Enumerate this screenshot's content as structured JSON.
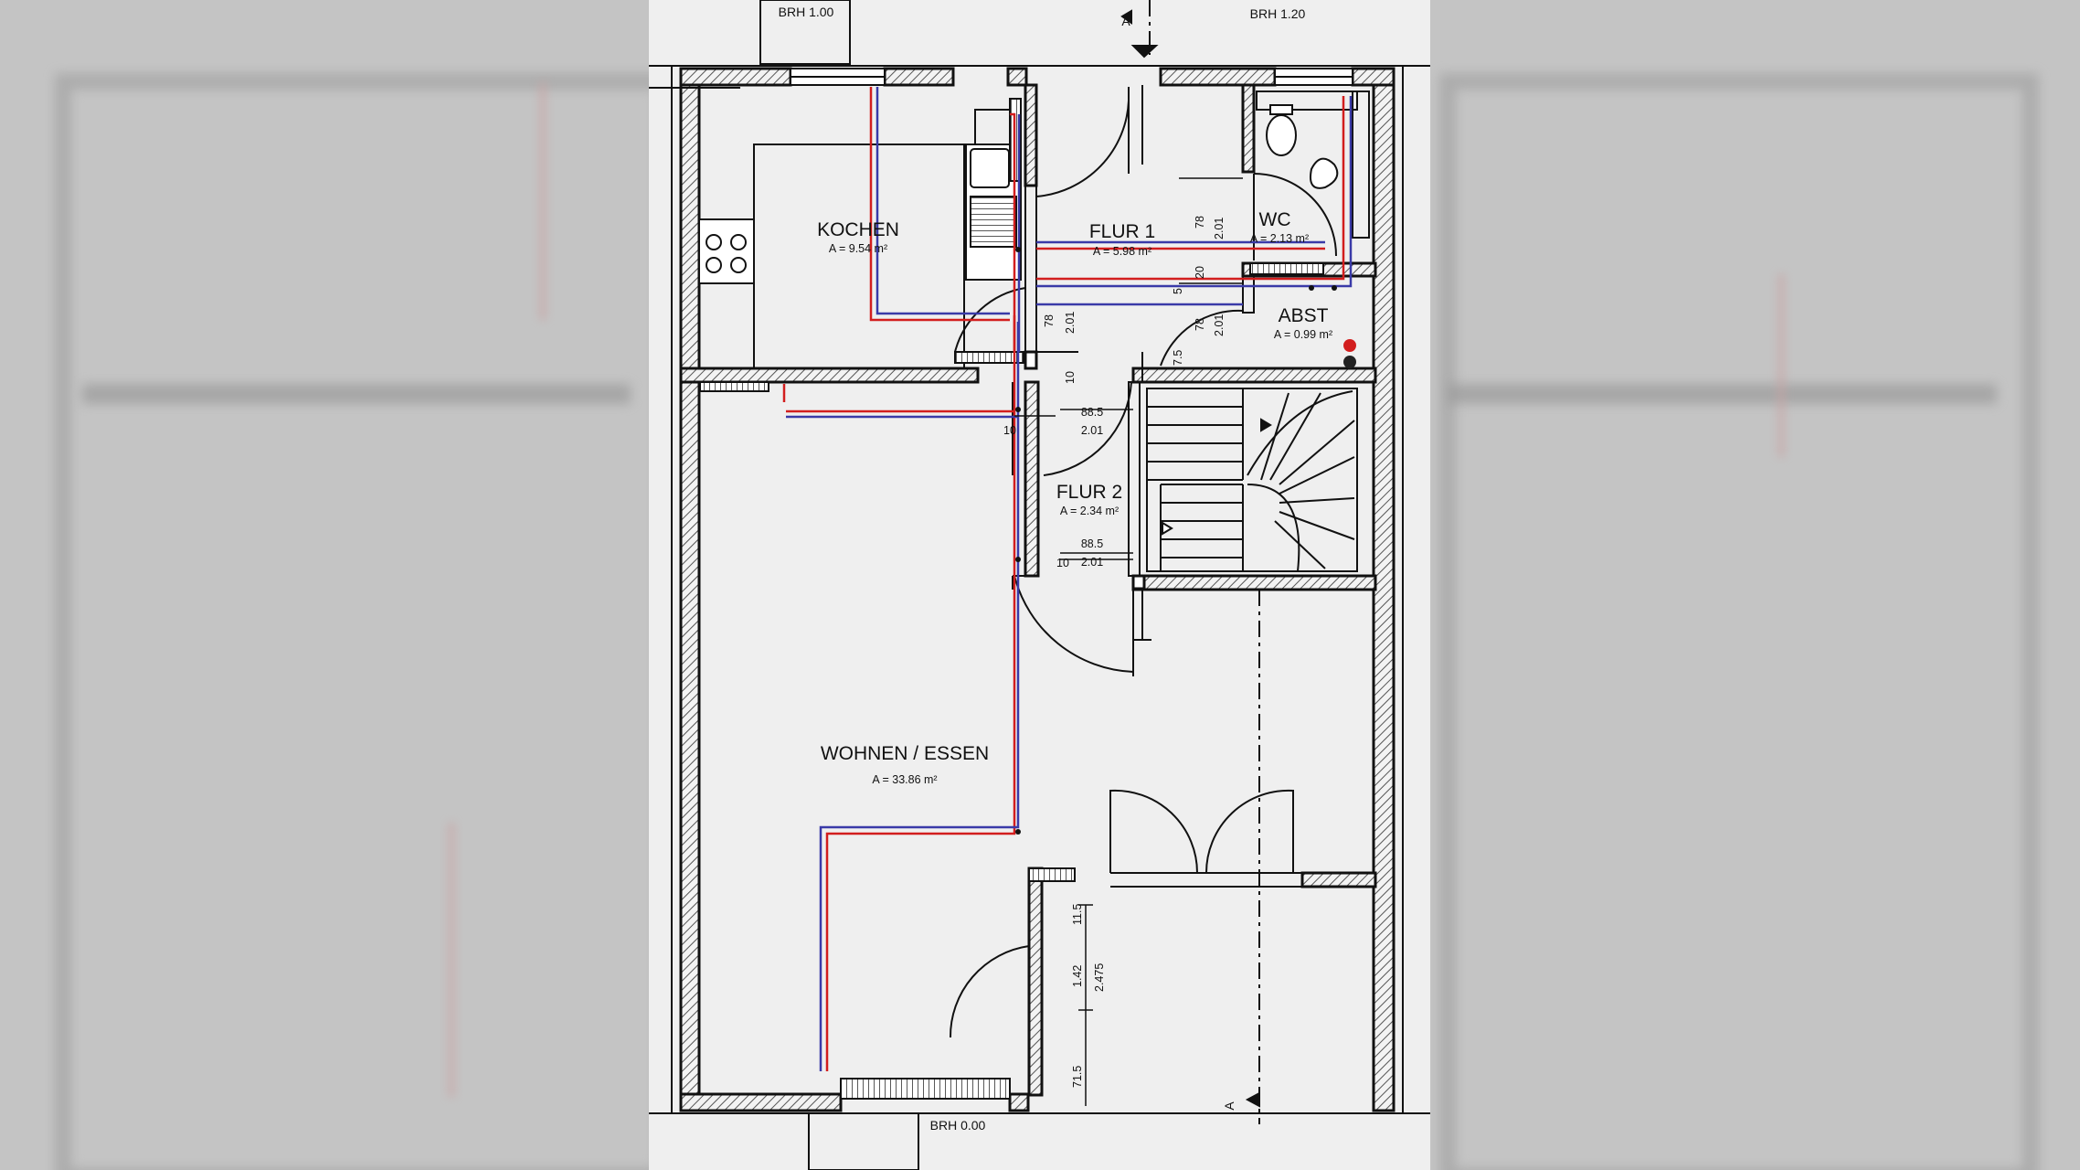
{
  "plan": {
    "brh_top_left": "BRH 1.00",
    "brh_top_right": "BRH 1.20",
    "brh_bottom": "BRH 0.00",
    "section_mark": "A",
    "colors": {
      "wall": "#111111",
      "hatch": "#555555",
      "pipe_red": "#d21e1e",
      "pipe_blue": "#3a3aa8",
      "paper": "#efefef",
      "backdrop": "#c4c4c4"
    }
  },
  "rooms": {
    "kochen": {
      "name": "KOCHEN",
      "area": "A = 9.54 m²"
    },
    "flur1": {
      "name": "FLUR 1",
      "area": "A = 5.98 m²"
    },
    "wc": {
      "name": "WC",
      "area": "A = 2.13 m²"
    },
    "abst": {
      "name": "ABST",
      "area": "A = 0.99 m²"
    },
    "flur2": {
      "name": "FLUR 2",
      "area": "A = 2.34 m²"
    },
    "wohnen": {
      "name": "WOHNEN / ESSEN",
      "area": "A = 33.86 m²"
    }
  },
  "dims": {
    "d78a": "78",
    "d201a": "2.01",
    "d20": "20",
    "d5": "5",
    "d78b": "78",
    "d201b": "2.01",
    "d75": "7.5",
    "d78c": "78",
    "d201c": "2.01",
    "d10a": "10",
    "d10b": "10",
    "d885a": "88.5",
    "d201d": "2.01",
    "d10c": "10",
    "d885b": "88.5",
    "d201e": "2.01",
    "d115": "11.5",
    "d142": "1.42",
    "d2475": "2.475",
    "d715": "71.5"
  }
}
